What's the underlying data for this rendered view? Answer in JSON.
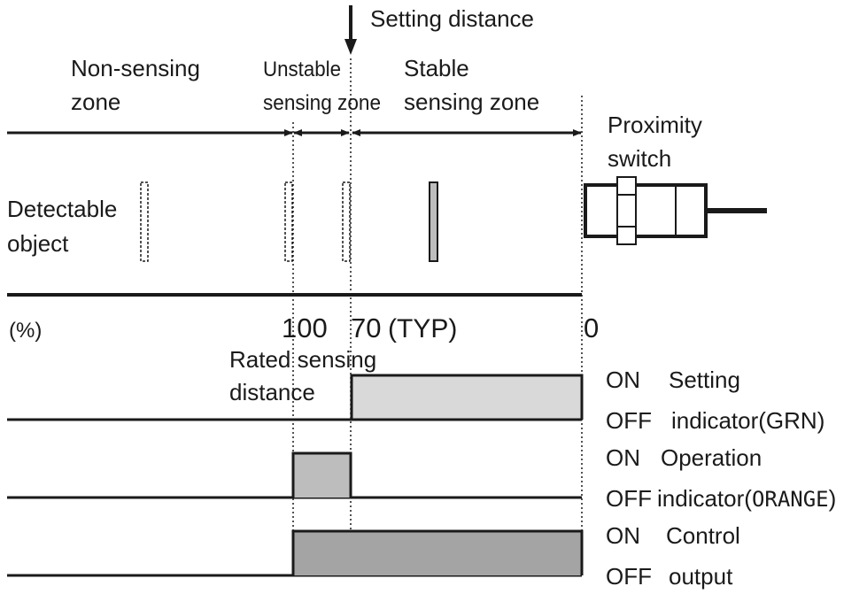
{
  "setting_distance": "Setting distance",
  "zones": {
    "non_sensing": [
      "Non-sensing",
      "zone"
    ],
    "unstable": [
      "Unstable",
      "sensing zone"
    ],
    "stable": [
      "Stable",
      "sensing zone"
    ]
  },
  "proximity_switch": [
    "Proximity",
    "switch"
  ],
  "detectable_object": [
    "Detectable",
    "object"
  ],
  "scale": {
    "unit": "(%)",
    "rated": "100",
    "setting": "70",
    "setting_note": "(TYP)",
    "zero": "0"
  },
  "rated_sensing_distance": [
    "Rated sensing",
    "distance"
  ],
  "timing_rows": [
    {
      "on": "ON",
      "off": "OFF",
      "name_1": "Setting",
      "name_2": "indicator(GRN)",
      "color": "#d9d9d9"
    },
    {
      "on": "ON",
      "off": "OFF",
      "name_1": "Operation",
      "name_2": "indicator(",
      "name_2_emph": "ORANGE",
      "name_2_end": ")",
      "color": "#bdbdbd"
    },
    {
      "on": "ON",
      "off": "OFF",
      "name_1": "Control",
      "name_2": "output",
      "color": "#a4a4a4"
    }
  ]
}
